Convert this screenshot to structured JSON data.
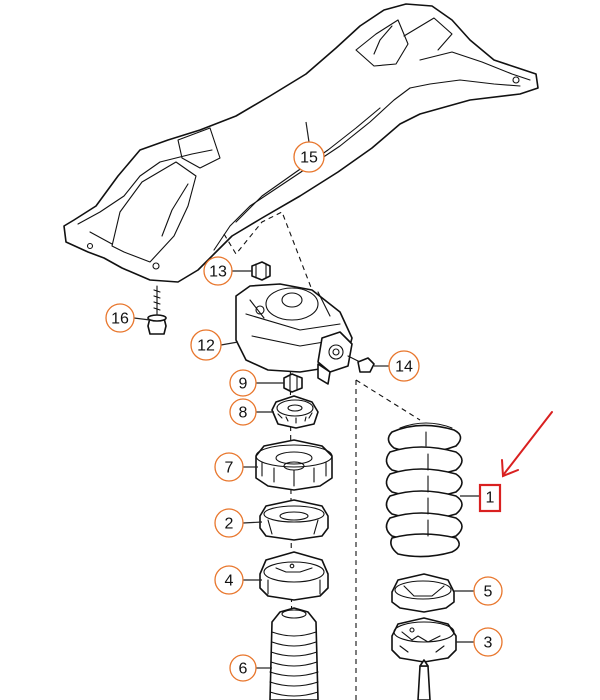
{
  "colors": {
    "callout_circle": "#e8762c",
    "highlight": "#d92020",
    "line": "#111111"
  },
  "callouts": [
    {
      "label": "15",
      "part": "subframe"
    },
    {
      "label": "13",
      "part": "top-nut"
    },
    {
      "label": "16",
      "part": "subframe-bolt"
    },
    {
      "label": "12",
      "part": "strut-mount"
    },
    {
      "label": "14",
      "part": "mount-bolt"
    },
    {
      "label": "9",
      "part": "piston-rod-nut"
    },
    {
      "label": "8",
      "part": "bearing"
    },
    {
      "label": "7",
      "part": "upper-spring-seat"
    },
    {
      "label": "2",
      "part": "upper-spring-pad"
    },
    {
      "label": "4",
      "part": "lower-spring-pad"
    },
    {
      "label": "6",
      "part": "protective-boot"
    },
    {
      "label": "5",
      "part": "spring-seat-pad"
    },
    {
      "label": "3",
      "part": "lower-spring-seat"
    }
  ],
  "highlighted_callout": {
    "label": "1",
    "part": "coil-spring"
  }
}
